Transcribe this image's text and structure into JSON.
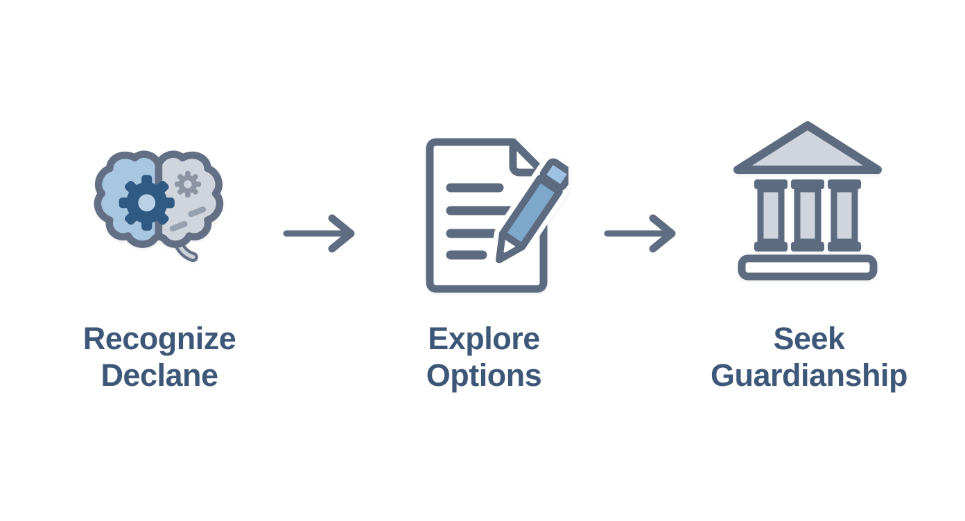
{
  "steps": [
    {
      "label_line1": "Recognize",
      "label_line2": "Declane",
      "icon": "brain-gears-icon"
    },
    {
      "label_line1": "Explore",
      "label_line2": "Options",
      "icon": "document-pencil-icon"
    },
    {
      "label_line1": "Seek",
      "label_line2": "Guardianship",
      "icon": "bank-columns-icon"
    }
  ],
  "arrows": [
    {
      "icon": "right-arrow-icon"
    },
    {
      "icon": "right-arrow-icon"
    }
  ],
  "colors": {
    "background": "#ffffff",
    "label_text": "#3c5777",
    "icon_outline": "#5c6b80",
    "arrow": "#5e6d82",
    "brain_left_fill": "#a9c6e0",
    "brain_right_fill": "#d0d4dd",
    "gear_dark": "#2e5a84",
    "gear_small": "#8d95a5",
    "dash_gray": "#97a0ae",
    "pencil_body_fill": "#7ea7cc",
    "pencil_top_fill": "#9fc2e2",
    "building_fill": "#cfd4dd",
    "paper_fill": "#ffffff"
  }
}
